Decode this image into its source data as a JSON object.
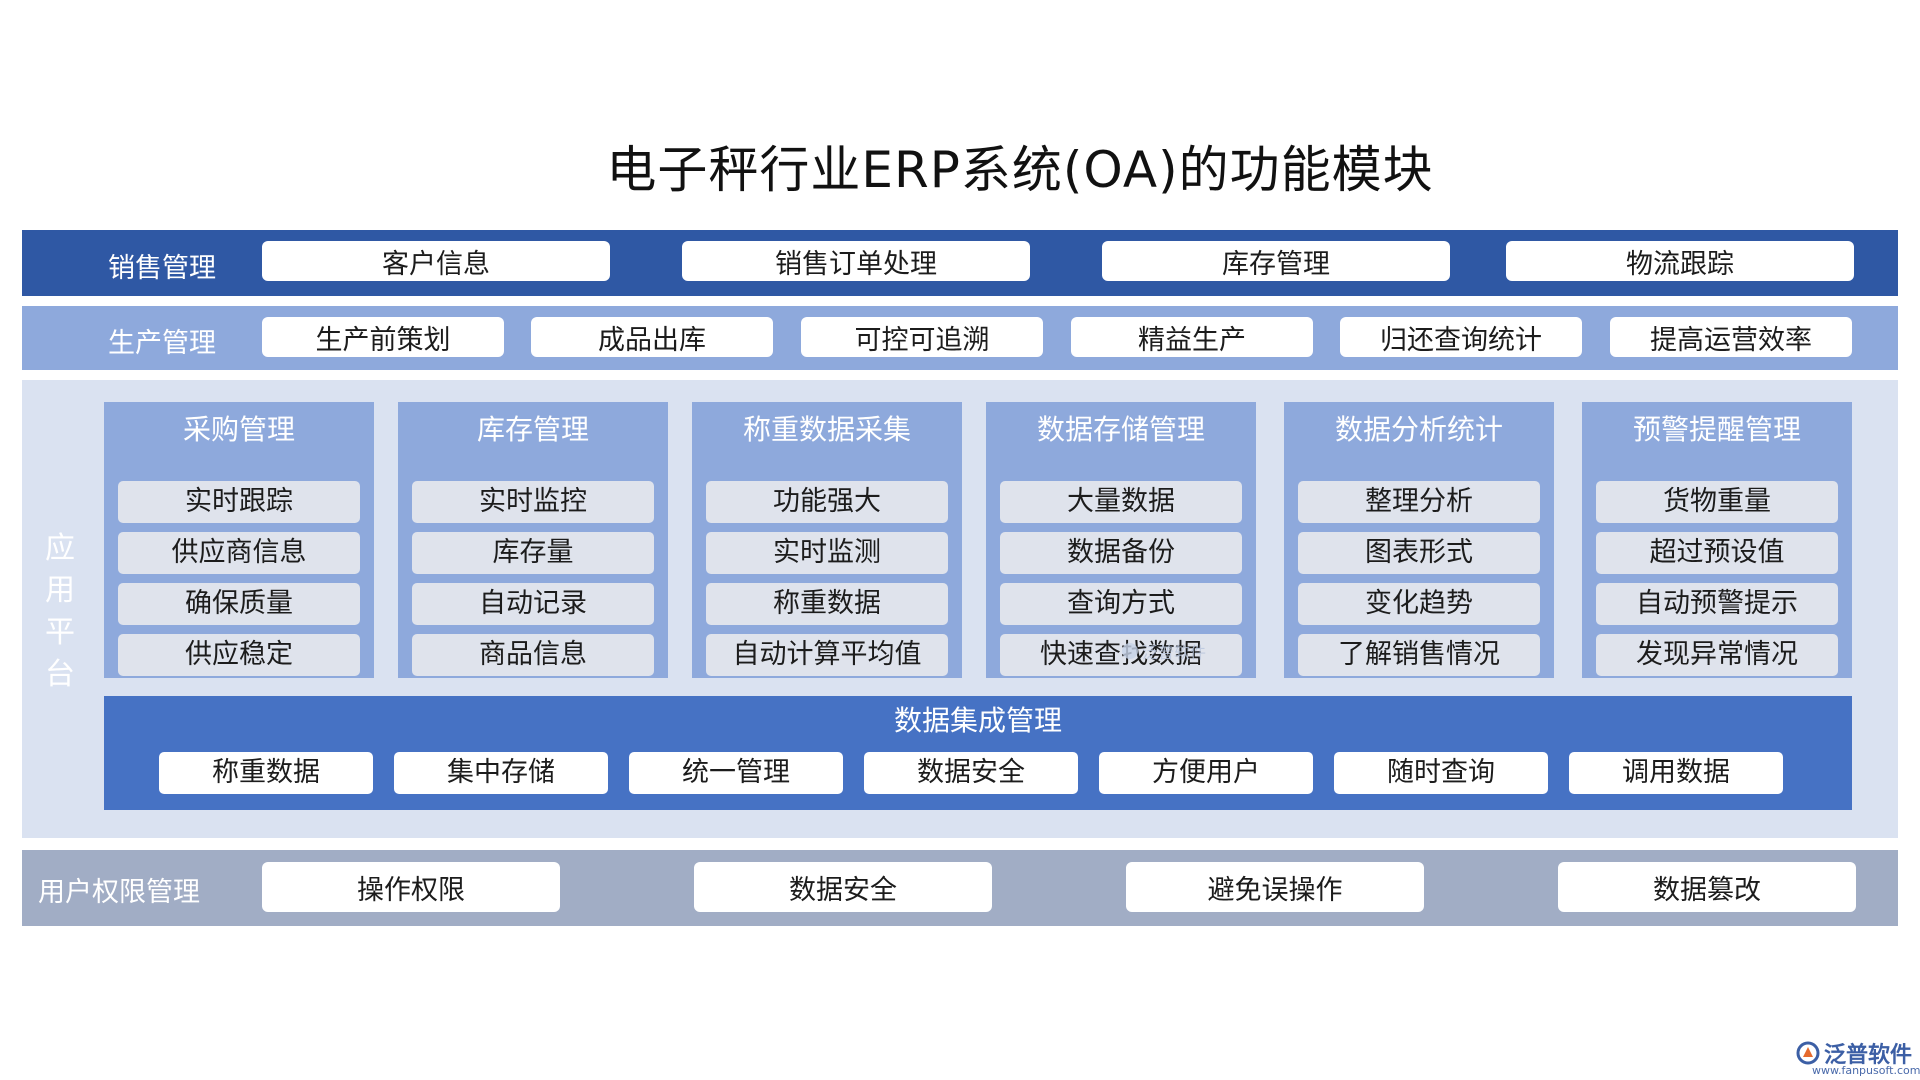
{
  "title": "电子秤行业ERP系统(OA)的功能模块",
  "sales": {
    "label": "销售管理",
    "items": [
      "客户信息",
      "销售订单处理",
      "库存管理",
      "物流跟踪"
    ]
  },
  "production": {
    "label": "生产管理",
    "items": [
      "生产前策划",
      "成品出库",
      "可控可追溯",
      "精益生产",
      "归还查询统计",
      "提高运营效率"
    ]
  },
  "platform": {
    "label_chars": [
      "应",
      "用",
      "平",
      "台"
    ],
    "modules": [
      {
        "title": "采购管理",
        "items": [
          "实时跟踪",
          "供应商信息",
          "确保质量",
          "供应稳定"
        ]
      },
      {
        "title": "库存管理",
        "items": [
          "实时监控",
          "库存量",
          "自动记录",
          "商品信息"
        ]
      },
      {
        "title": "称重数据采集",
        "items": [
          "功能强大",
          "实时监测",
          "称重数据",
          "自动计算平均值"
        ]
      },
      {
        "title": "数据存储管理",
        "items": [
          "大量数据",
          "数据备份",
          "查询方式",
          "快速查找数据"
        ]
      },
      {
        "title": "数据分析统计",
        "items": [
          "整理分析",
          "图表形式",
          "变化趋势",
          "了解销售情况"
        ]
      },
      {
        "title": "预警提醒管理",
        "items": [
          "货物重量",
          "超过预设值",
          "自动预警提示",
          "发现异常情况"
        ]
      }
    ],
    "integration": {
      "title": "数据集成管理",
      "items": [
        "称重数据",
        "集中存储",
        "统一管理",
        "数据安全",
        "方便用户",
        "随时查询",
        "调用数据"
      ]
    }
  },
  "user_permission": {
    "label": "用户权限管理",
    "items": [
      "操作权限",
      "数据安全",
      "避免误操作",
      "数据篡改"
    ]
  },
  "branding": {
    "watermark": "泛普软件",
    "logo_text": "泛普软件",
    "logo_url": "www.fanpusoft.com"
  },
  "colors": {
    "sales_band": "#2f58a4",
    "production_band": "#8ea9dc",
    "platform_bg": "#dae2f1",
    "module_bg": "#8ea9dc",
    "integration_bg": "#4672c4",
    "user_band": "#a1adc5"
  }
}
